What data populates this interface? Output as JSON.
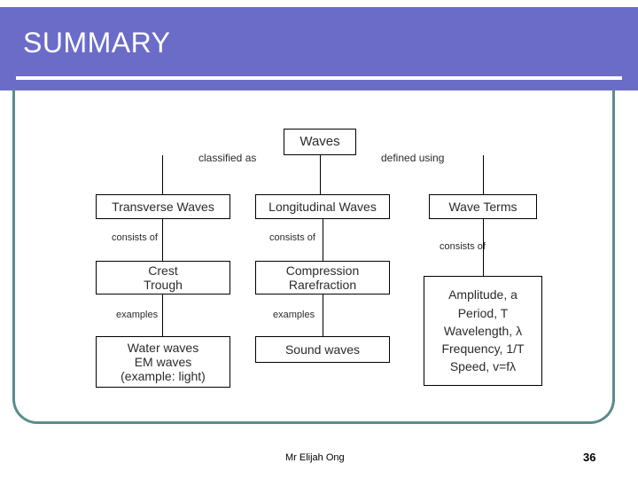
{
  "slide": {
    "title": "SUMMARY",
    "accent_color": "#6B6BC8",
    "frame_color": "#5B8C8C"
  },
  "footer": {
    "author": "Mr Elijah Ong",
    "page_number": "36"
  },
  "chart_data": {
    "type": "diagram",
    "title": "Waves concept map",
    "root": "Waves",
    "connector_labels": [
      "classified as",
      "defined using",
      "consists of",
      "consists of",
      "consists of",
      "examples",
      "examples"
    ],
    "nodes": {
      "root": {
        "text": "Waves"
      },
      "transverse": {
        "text": "Transverse Waves"
      },
      "longitudinal": {
        "text": "Longitudinal Waves"
      },
      "wave_terms": {
        "text": "Wave Terms"
      },
      "crest_trough": {
        "lines": [
          "Crest",
          "Trough"
        ]
      },
      "compression_rarefraction": {
        "lines": [
          "Compression",
          "Rarefraction"
        ]
      },
      "terms_list": {
        "lines": [
          "Amplitude, a",
          "Period, T",
          "Wavelength, λ",
          "Frequency, 1/T",
          "Speed, v=fλ"
        ]
      },
      "water_em": {
        "lines": [
          "Water waves",
          "EM waves",
          "(example: light)"
        ]
      },
      "sound": {
        "text": "Sound waves"
      }
    },
    "labels": {
      "classified_as": "classified as",
      "defined_using": "defined using",
      "consists_of_1": "consists of",
      "consists_of_2": "consists of",
      "consists_of_3": "consists of",
      "examples_1": "examples",
      "examples_2": "examples"
    }
  }
}
